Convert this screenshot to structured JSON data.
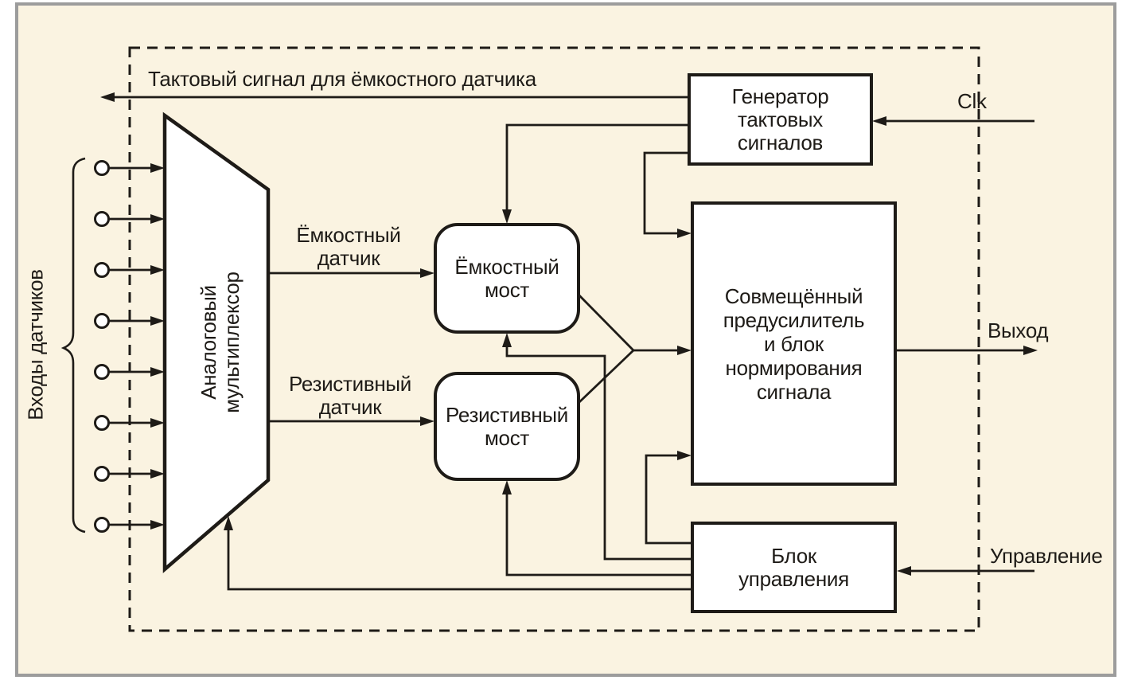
{
  "diagram": {
    "style": {
      "background": "#faf3e1",
      "frame_border": "#9c9c9c",
      "line_color": "#1e1b17",
      "box_fill": "#ffffff"
    },
    "top_note": "Тактовый сигнал для ёмкостного датчика",
    "inputs_label": "Входы датчиков",
    "external_signals": {
      "clk": "Clk",
      "output": "Выход",
      "control": "Управление"
    },
    "blocks": {
      "multiplexer": {
        "lines": [
          "Аналоговый",
          "мультиплексор"
        ]
      },
      "clock_generator": {
        "lines": [
          "Генератор",
          "тактовых",
          "сигналов"
        ]
      },
      "capacitive_bridge": {
        "lines": [
          "Ёмкостный",
          "мост"
        ]
      },
      "resistive_bridge": {
        "lines": [
          "Резистивный",
          "мост"
        ]
      },
      "preamplifier": {
        "lines": [
          "Совмещённый",
          "предусилитель",
          "и блок",
          "нормирования",
          "сигнала"
        ]
      },
      "control_unit": {
        "lines": [
          "Блок",
          "управления"
        ]
      }
    },
    "wire_labels": {
      "capacitive_sensor": {
        "lines": [
          "Ёмкостный",
          "датчик"
        ]
      },
      "resistive_sensor": {
        "lines": [
          "Резистивный",
          "датчик"
        ]
      }
    }
  }
}
